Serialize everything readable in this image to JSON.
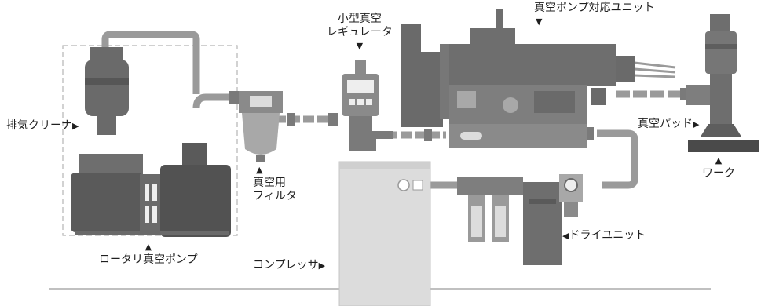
{
  "labels": {
    "exhaust_cleaner": "排気クリーナ",
    "rotary_pump": "ロータリ真空ポンプ",
    "vacuum_filter_line1": "真空用",
    "vacuum_filter_line2": "フィルタ",
    "regulator_line1": "小型真空",
    "regulator_line2": "レギュレータ",
    "pump_unit": "真空ポンプ対応ユニット",
    "vacuum_pad": "真空パッド",
    "work": "ワーク",
    "dryer": "ドライユニット",
    "compressor": "コンプレッサ"
  },
  "markers": {
    "right": "▶",
    "left": "◀",
    "down": "▼",
    "up": "▲"
  },
  "colors": {
    "pipe": "#9a9a9a",
    "equipment_dark": "#5a5a5a",
    "equipment_mid": "#7a7a7a",
    "equipment_light": "#a8a8a8",
    "compressor_body": "#dcdcdc",
    "work_plate": "#4a4a4a",
    "dashed_box": "#b5b5b5",
    "baseline": "#9a9a9a"
  }
}
